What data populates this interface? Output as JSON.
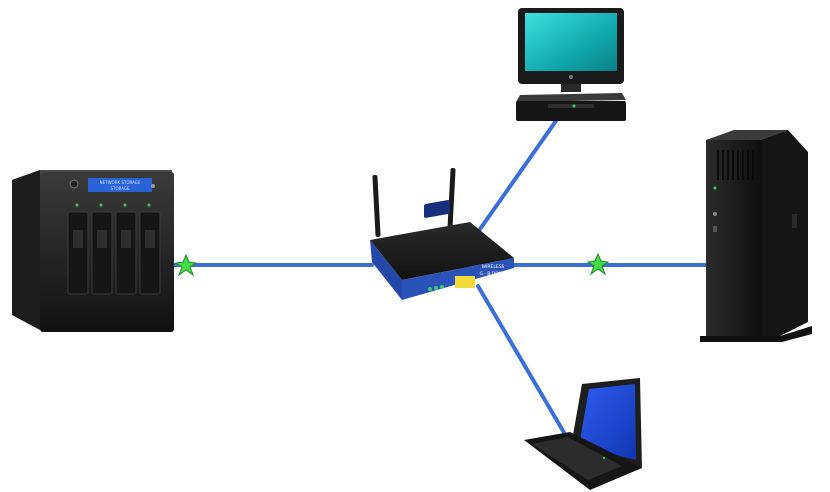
{
  "diagram": {
    "type": "network-topology",
    "background": "#ffffff",
    "link_color": "#3a6fd8",
    "fault_marker_color": "#46d94a",
    "nodes": [
      {
        "id": "router",
        "kind": "wireless-router",
        "icon": "router-icon",
        "color": "#2b52b8",
        "labels": [
          "WIRELESS",
          "G · B DRAFT"
        ]
      },
      {
        "id": "nas",
        "kind": "network-storage",
        "icon": "nas-icon",
        "color": "#1a1a1a",
        "labels": [
          "NETWORK STORAGE",
          "STORAGE"
        ]
      },
      {
        "id": "desktop",
        "kind": "desktop-computer",
        "icon": "monitor-icon",
        "color": "#1fb6b6"
      },
      {
        "id": "tower",
        "kind": "tower-server",
        "icon": "server-icon",
        "color": "#1c1c1c"
      },
      {
        "id": "laptop",
        "kind": "laptop",
        "icon": "laptop-icon",
        "color": "#1f47d6"
      }
    ],
    "links": [
      {
        "from": "router",
        "to": "nas",
        "status": "fault"
      },
      {
        "from": "router",
        "to": "tower",
        "status": "fault"
      },
      {
        "from": "router",
        "to": "desktop",
        "status": "ok"
      },
      {
        "from": "router",
        "to": "laptop",
        "status": "ok"
      }
    ]
  }
}
